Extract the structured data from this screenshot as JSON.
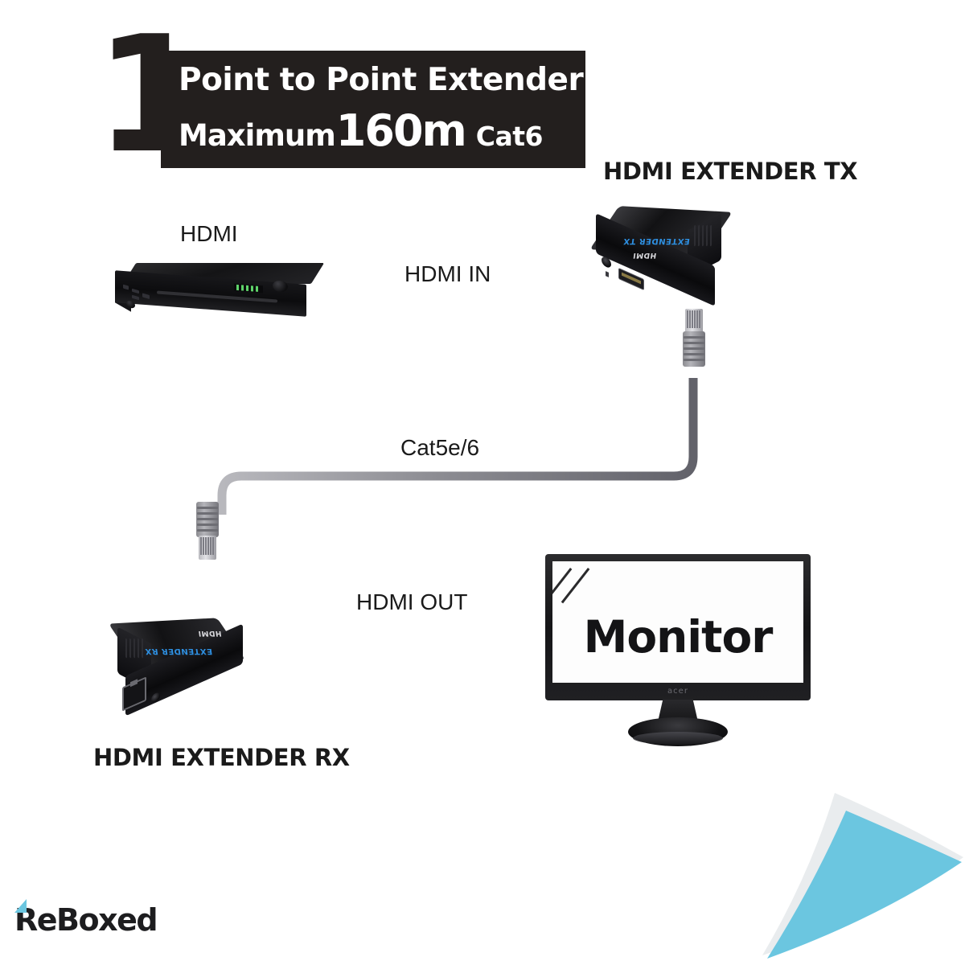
{
  "banner": {
    "number": "1",
    "title": "Point to Point Extender",
    "maximum_label": "Maximum",
    "distance": "160m",
    "cable_standard": "Cat6"
  },
  "labels": {
    "source": "HDMI",
    "hdmi_in": "HDMI IN",
    "tx_device": "HDMI EXTENDER TX",
    "cat_cable": "Cat5e/6",
    "rx_device": "HDMI EXTENDER RX",
    "hdmi_out": "HDMI OUT"
  },
  "devices": {
    "tx": {
      "brand": "EXTENDER TX",
      "hdmi_mark": "HDMI"
    },
    "rx": {
      "brand": "EXTENDER RX",
      "hdmi_mark": "HDMI"
    }
  },
  "monitor": {
    "screen_text": "Monitor",
    "brand": "acer"
  },
  "logo": {
    "text": "ReBoxed"
  },
  "colors": {
    "banner_bg": "#231f1e",
    "banner_text": "#ffffff",
    "device_body": "#121214",
    "device_brand_blue": "#2e8fe0",
    "cable_gray": "#6f6f75",
    "accent_blue": "#6bc6e0",
    "page_bg": "#ffffff"
  }
}
